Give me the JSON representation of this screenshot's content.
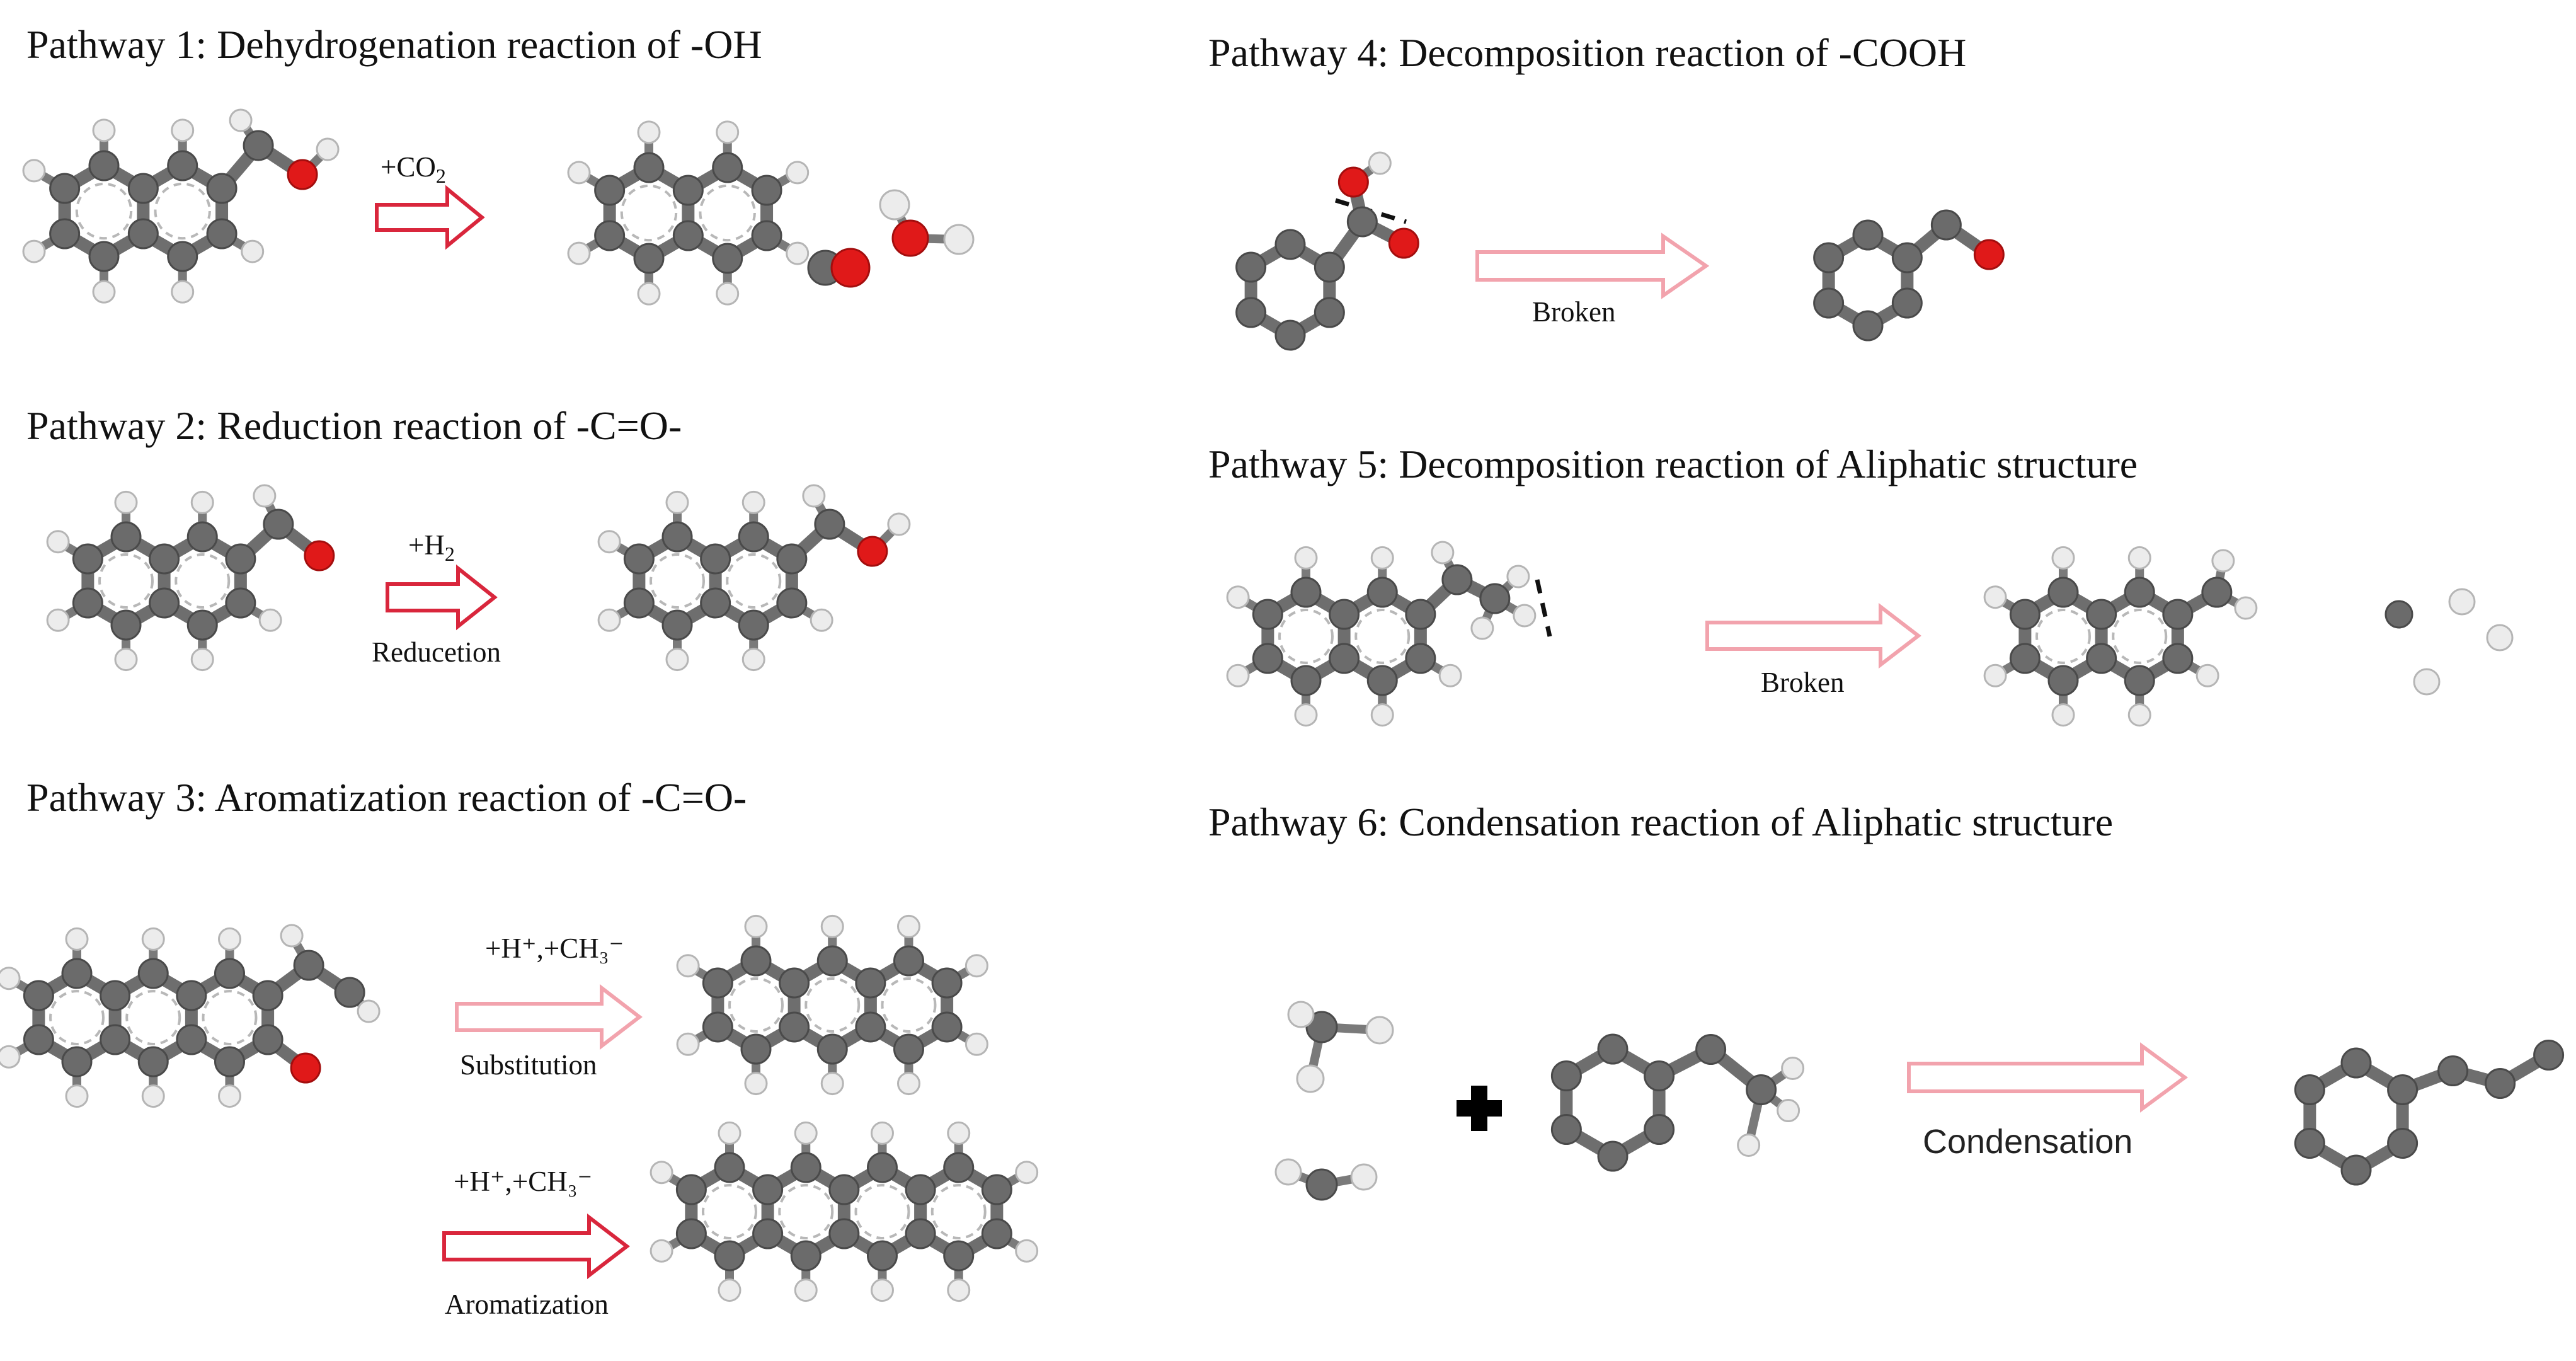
{
  "pathways": [
    {
      "title": "Pathway 1: Dehydrogenation reaction of -OH",
      "reagent_main": "+CO",
      "reagent_sub": "2",
      "condition": ""
    },
    {
      "title": "Pathway 2: Reduction reaction of -C=O-",
      "reagent_main": "+H",
      "reagent_sub": "2",
      "condition": "Reducetion"
    },
    {
      "title": "Pathway 3: Aromatization reaction of -C=O-",
      "route_a": {
        "reagent": "+H⁺,+CH₃⁻",
        "condition": "Substitution"
      },
      "route_b": {
        "reagent": "+H⁺,+CH₃⁻",
        "condition": "Aromatization"
      }
    },
    {
      "title": "Pathway 4: Decomposition reaction of -COOH",
      "condition": "Broken"
    },
    {
      "title": "Pathway 5: Decomposition reaction of Aliphatic structure",
      "condition": "Broken"
    },
    {
      "title": "Pathway 6: Condensation reaction of Aliphatic structure",
      "condition": "Condensation"
    }
  ],
  "colors": {
    "carbon": "#6b6b6b",
    "hydrogen": "#ececec",
    "oxygen": "#e01919",
    "arrow_strong": "#d9263c",
    "arrow_light": "#f2a3ad"
  },
  "icons": {
    "plus": "plus-icon",
    "arrow": "reaction-arrow-icon"
  }
}
